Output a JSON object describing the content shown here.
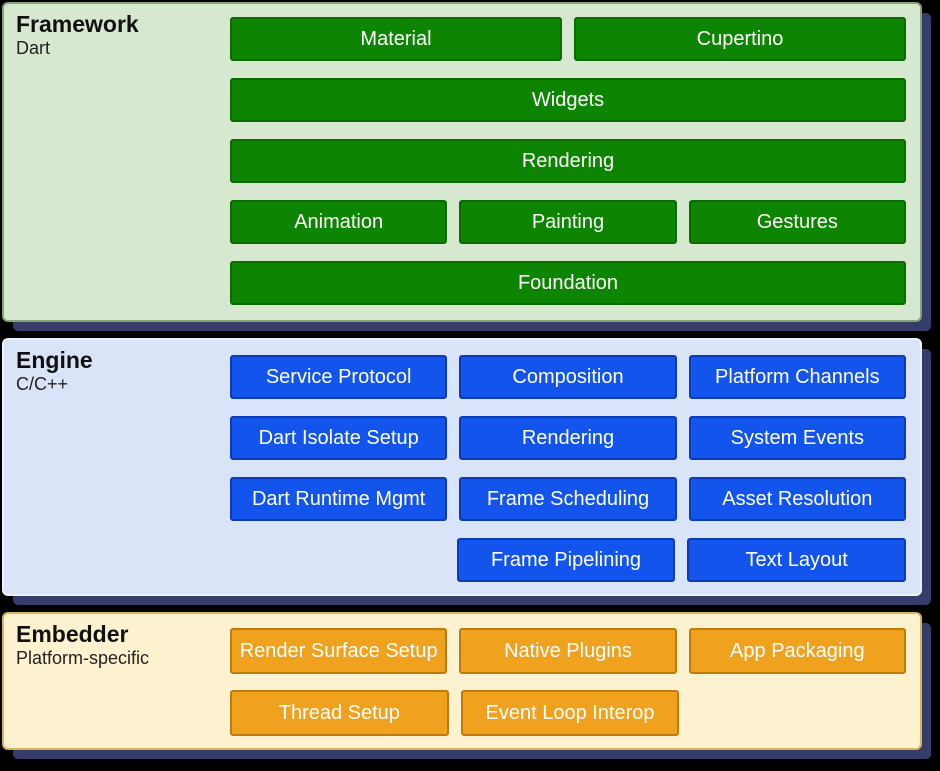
{
  "colors": {
    "page-bg": "#000000",
    "shadow": "#363d6b",
    "btn-text": "#ffffff",
    "title-text": "#111111",
    "framework": {
      "bg": "#d7e8d1",
      "border": "#83a673",
      "btn": "#0e8502",
      "btn-border": "#0a6b00"
    },
    "engine": {
      "bg": "#d9e4f8",
      "border": "#edf1fb",
      "btn": "#1254ec",
      "btn-border": "#0c3bb4"
    },
    "embedder": {
      "bg": "#fdf2cf",
      "border": "#d6b55e",
      "btn": "#f0a11d",
      "btn-border": "#c07b0f"
    }
  },
  "sections": {
    "framework": {
      "title": "Framework",
      "subtitle": "Dart",
      "rows": [
        [
          "Material",
          "Cupertino"
        ],
        [
          "Widgets"
        ],
        [
          "Rendering"
        ],
        [
          "Animation",
          "Painting",
          "Gestures"
        ],
        [
          "Foundation"
        ]
      ]
    },
    "engine": {
      "title": "Engine",
      "subtitle": "C/C++",
      "rows": [
        [
          "Service Protocol",
          "Composition",
          "Platform Channels"
        ],
        [
          "Dart Isolate Setup",
          "Rendering",
          "System Events"
        ],
        [
          "Dart Runtime Mgmt",
          "Frame Scheduling",
          "Asset Resolution"
        ],
        [
          null,
          "Frame Pipelining",
          "Text Layout"
        ]
      ]
    },
    "embedder": {
      "title": "Embedder",
      "subtitle": "Platform-specific",
      "rows": [
        [
          "Render Surface Setup",
          "Native Plugins",
          "App Packaging"
        ],
        [
          "Thread Setup",
          "Event Loop Interop",
          null
        ]
      ]
    }
  }
}
